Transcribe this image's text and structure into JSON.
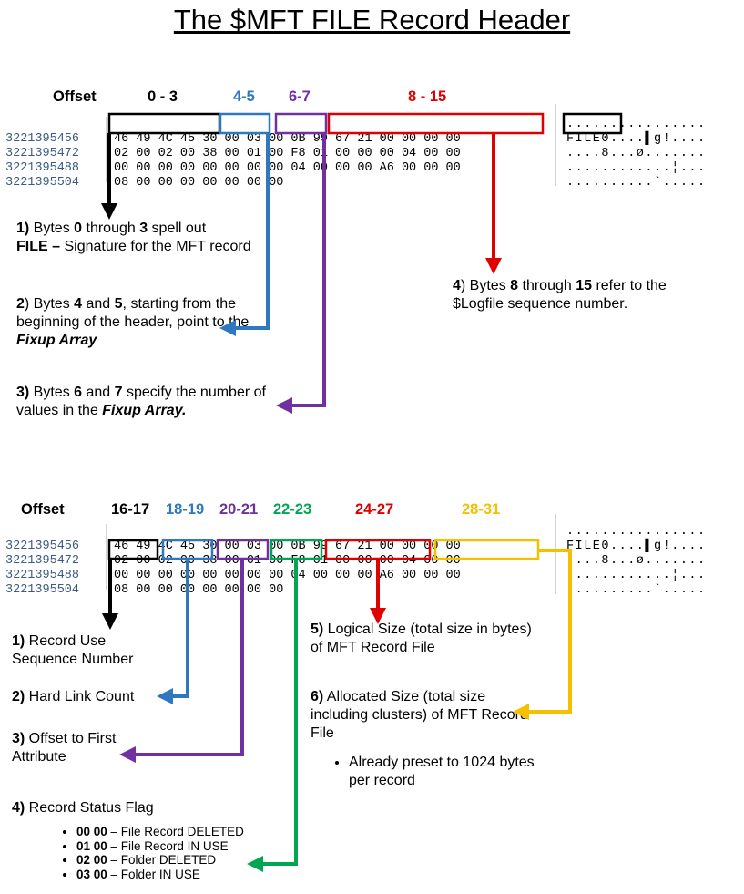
{
  "title": "The $MFT FILE Record Header",
  "colors": {
    "black": "#000000",
    "blue": "#2f78c0",
    "purple": "#7030a0",
    "red": "#e00000",
    "green": "#00a651",
    "yellow": "#f5c000",
    "offset": "#3c5a82"
  },
  "hexdump": {
    "offsets": [
      "3221395456",
      "3221395472",
      "3221395488",
      "3221395504"
    ],
    "rows": [
      "46 49 4C 45 30 00 03 00 0B 99 67 21 00 00 00 00",
      "02 00 02 00 38 00 01 00 F8 01 00 00 00 04 00 00",
      "00 00 00 00 00 00 00 00 04 00 00 00 A6 00 00 00",
      "08 00 00 00 00 00 00 00"
    ],
    "ascii": [
      "FILE0....▌g!....",
      "....8...ø.......",
      "............¦...",
      "..........`....."
    ],
    "ascii_top1": "................"
  },
  "section1": {
    "headers": {
      "offset": "Offset",
      "h0_3": "0 - 3",
      "h4_5": "4-5",
      "h6_7": "6-7",
      "h8_15": "8 - 15"
    },
    "notes": {
      "n1": {
        "num": "1)",
        "a": " Bytes ",
        "b1": "0",
        "c": " through ",
        "b2": "3",
        "d": " spell out ",
        "b3": "FILE –",
        "e": " Signature for the MFT record"
      },
      "n2": {
        "num": "2",
        "a": ") Bytes ",
        "b1": "4",
        "c": " and ",
        "b2": "5",
        "d": ", starting from the beginning of the header, point to the ",
        "b3": "Fixup Array"
      },
      "n3": {
        "num": "3)",
        "a": " Bytes ",
        "b1": "6",
        "c": " and ",
        "b2": "7",
        "d": " specify the number of values in the ",
        "b3": "Fixup Array."
      },
      "n4": {
        "num": "4",
        "a": ") Bytes ",
        "b1": "8",
        "c": " through ",
        "b2": "15",
        "d": " refer to the $Logfile sequence number."
      }
    }
  },
  "section2": {
    "headers": {
      "offset": "Offset",
      "h16": "16-17",
      "h18": "18-19",
      "h20": "20-21",
      "h22": "22-23",
      "h24": "24-27",
      "h28": "28-31"
    },
    "notes": {
      "n1": {
        "num": "1)",
        "text": " Record Use Sequence Number"
      },
      "n2": {
        "num": "2)",
        "text": " Hard Link Count"
      },
      "n3": {
        "num": "3)",
        "text": " Offset to First Attribute"
      },
      "n4": {
        "num": "4)",
        "text": " Record Status Flag"
      },
      "n5": {
        "num": "5)",
        "text": " Logical Size (total size in bytes) of MFT Record File"
      },
      "n6": {
        "num": "6)",
        "text": " Allocated Size (total size including clusters) of MFT Record File"
      },
      "n6_bullet": "Already preset to 1024 bytes per record"
    },
    "flags": [
      {
        "code": "00 00",
        "desc": " – File Record DELETED"
      },
      {
        "code": "01 00",
        "desc": " – File Record IN USE"
      },
      {
        "code": "02 00",
        "desc": " – Folder DELETED"
      },
      {
        "code": "03 00",
        "desc": " – Folder IN USE"
      }
    ]
  }
}
